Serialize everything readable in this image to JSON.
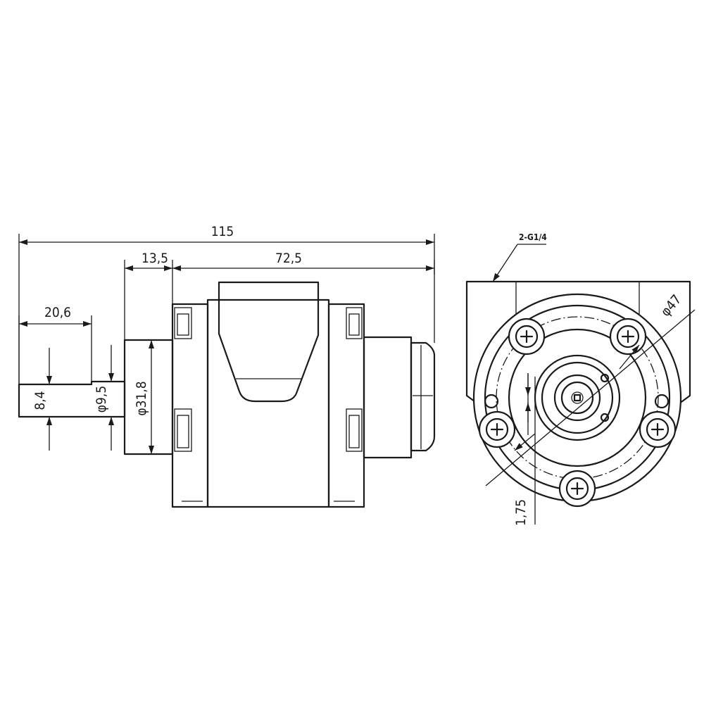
{
  "dimensions": {
    "overall_length": "115",
    "flange_offset": "13,5",
    "body_length": "72,5",
    "shaft_length": "20,6",
    "key_height": "8,4",
    "shaft_diameter": "φ9,5",
    "pilot_diameter": "φ31,8",
    "bolt_circle": "φ47",
    "centre_offset": "1,75"
  },
  "port_label": "2-G1/4"
}
